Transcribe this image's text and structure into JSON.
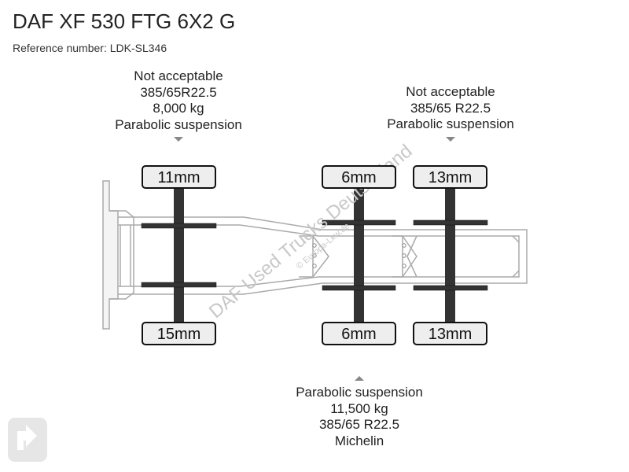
{
  "title": "DAF XF 530 FTG 6X2 G",
  "reference": "Reference number: LDK-SL346",
  "watermark": "DAF Used Trucks Deutschland",
  "watermark_small": "© Europa-Lkw.de",
  "axle_notes": {
    "front": [
      "Not acceptable",
      "385/65R22.5",
      "8,000 kg",
      "Parabolic suspension"
    ],
    "rear_tag": [
      "Not acceptable",
      "385/65 R22.5",
      "Parabolic suspension"
    ],
    "rear_drive": [
      "Parabolic suspension",
      "11,500 kg",
      "385/65 R22.5",
      "Michelin"
    ]
  },
  "tread_depths": {
    "front_left": "11mm",
    "front_right": "15mm",
    "drive_left": "6mm",
    "drive_right": "6mm",
    "tag_left": "13mm",
    "tag_right": "13mm"
  },
  "colors": {
    "axle": "#333333",
    "tire_fill": "#eeeeee",
    "chassis_line": "#aaaaaa",
    "marker": "#888888",
    "watermark": "#c8c8c8"
  }
}
